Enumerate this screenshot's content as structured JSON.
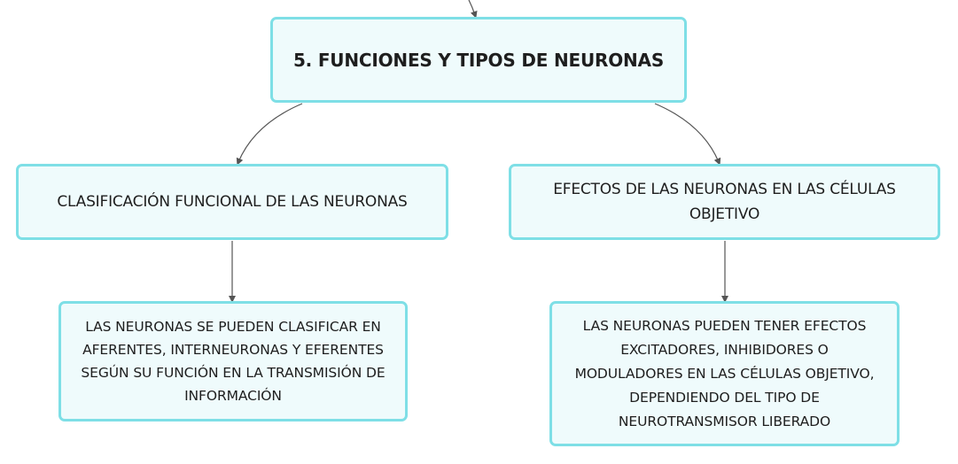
{
  "root": {
    "title": "5. FUNCIONES Y TIPOS DE NEURONAS"
  },
  "branches": [
    {
      "label": "CLASIFICACIÓN FUNCIONAL DE LAS NEURONAS",
      "child": "LAS NEURONAS SE PUEDEN CLASIFICAR EN AFERENTES, INTERNEURONAS Y EFERENTES SEGÚN SU FUNCIÓN EN LA TRANSMISIÓN DE INFORMACIÓN"
    },
    {
      "label": "EFECTOS DE LAS NEURONAS EN LAS CÉLULAS OBJETIVO",
      "child": "LAS NEURONAS PUEDEN TENER EFECTOS EXCITADORES, INHIBIDORES O MODULADORES EN LAS CÉLULAS OBJETIVO, DEPENDIENDO DEL TIPO DE NEUROTRANSMISOR LIBERADO"
    }
  ],
  "colors": {
    "node_fill": "#effbfc",
    "node_border": "#7edfe6",
    "connector": "#555555",
    "text": "#1e1e1e"
  }
}
